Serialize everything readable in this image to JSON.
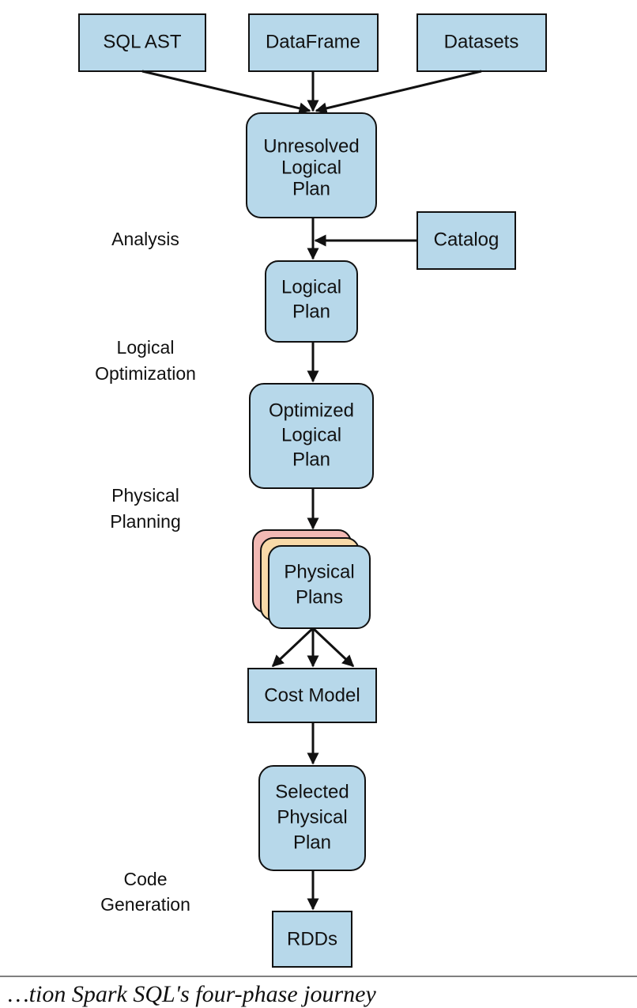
{
  "colors": {
    "box_fill": "#b7d8ea",
    "stack_back": "#f2b9b4",
    "stack_mid": "#f8d9a8",
    "stroke": "#111111"
  },
  "sources": [
    "SQL AST",
    "DataFrame",
    "Datasets"
  ],
  "plans": {
    "unresolved": [
      "Unresolved",
      "Logical",
      "Plan"
    ],
    "catalog": "Catalog",
    "logical": [
      "Logical",
      "Plan"
    ],
    "optimized": [
      "Optimized",
      "Logical",
      "Plan"
    ],
    "physical": [
      "Physical",
      "Plans"
    ],
    "cost_model": "Cost Model",
    "selected": [
      "Selected",
      "Physical",
      "Plan"
    ],
    "rdds": "RDDs"
  },
  "phases": {
    "analysis": [
      "Analysis"
    ],
    "logical_optimization": [
      "Logical",
      "Optimization"
    ],
    "physical_planning": [
      "Physical",
      "Planning"
    ],
    "code_generation": [
      "Code",
      "Generation"
    ]
  },
  "caption": "…tion Spark SQL's four-phase journey"
}
